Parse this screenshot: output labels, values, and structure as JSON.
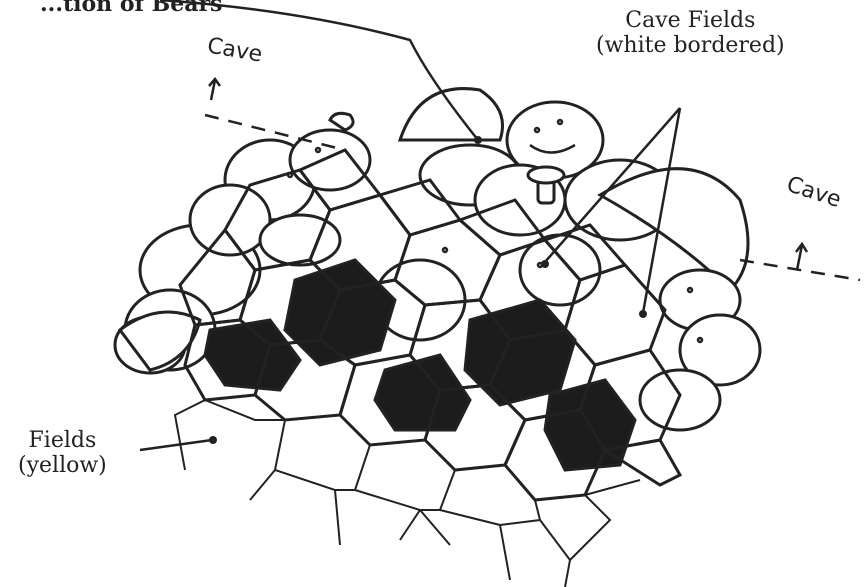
{
  "labels": {
    "top_left": "...tion of Bears",
    "cave_fields_line1": "Cave Fields",
    "cave_fields_line2": "(white bordered)",
    "cave_left": "Cave",
    "cave_right": "Cave",
    "fields_line1": "Fields",
    "fields_line2": "(yellow)"
  },
  "colors": {
    "ink": "#222222",
    "dark_field": "#1c1c1c",
    "paper": "#ffffff"
  }
}
